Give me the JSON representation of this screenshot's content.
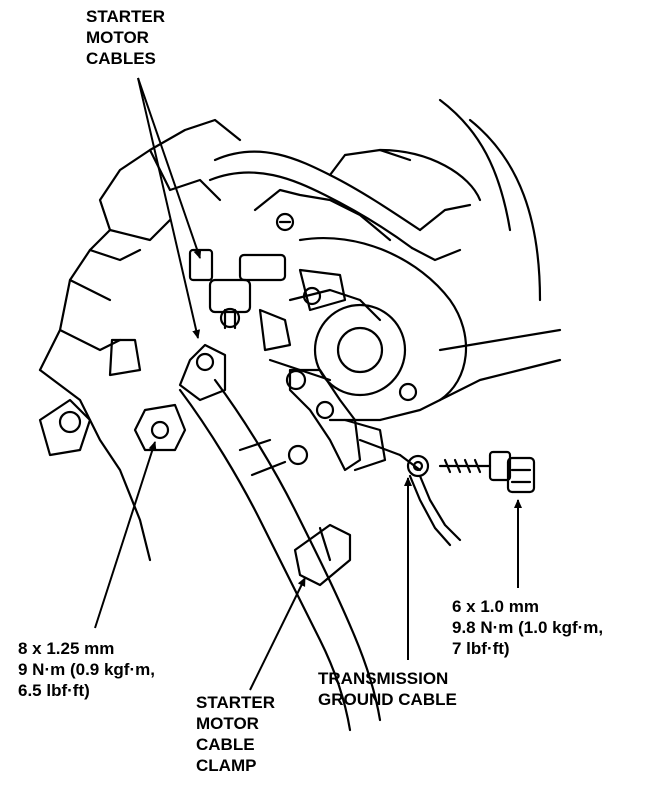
{
  "labels": {
    "starter_motor_cables": [
      "STARTER",
      "MOTOR",
      "CABLES"
    ],
    "bolt_8mm": [
      "8 x 1.25 mm",
      "9 N·m (0.9 kgf·m,",
      "6.5 lbf·ft)"
    ],
    "bolt_6mm": [
      "6 x 1.0 mm",
      "9.8 N·m (1.0 kgf·m,",
      "7 lbf·ft)"
    ],
    "transmission_ground_cable": [
      "TRANSMISSION",
      "GROUND CABLE"
    ],
    "starter_motor_cable_clamp": [
      "STARTER",
      "MOTOR",
      "CABLE",
      "CLAMP"
    ]
  }
}
